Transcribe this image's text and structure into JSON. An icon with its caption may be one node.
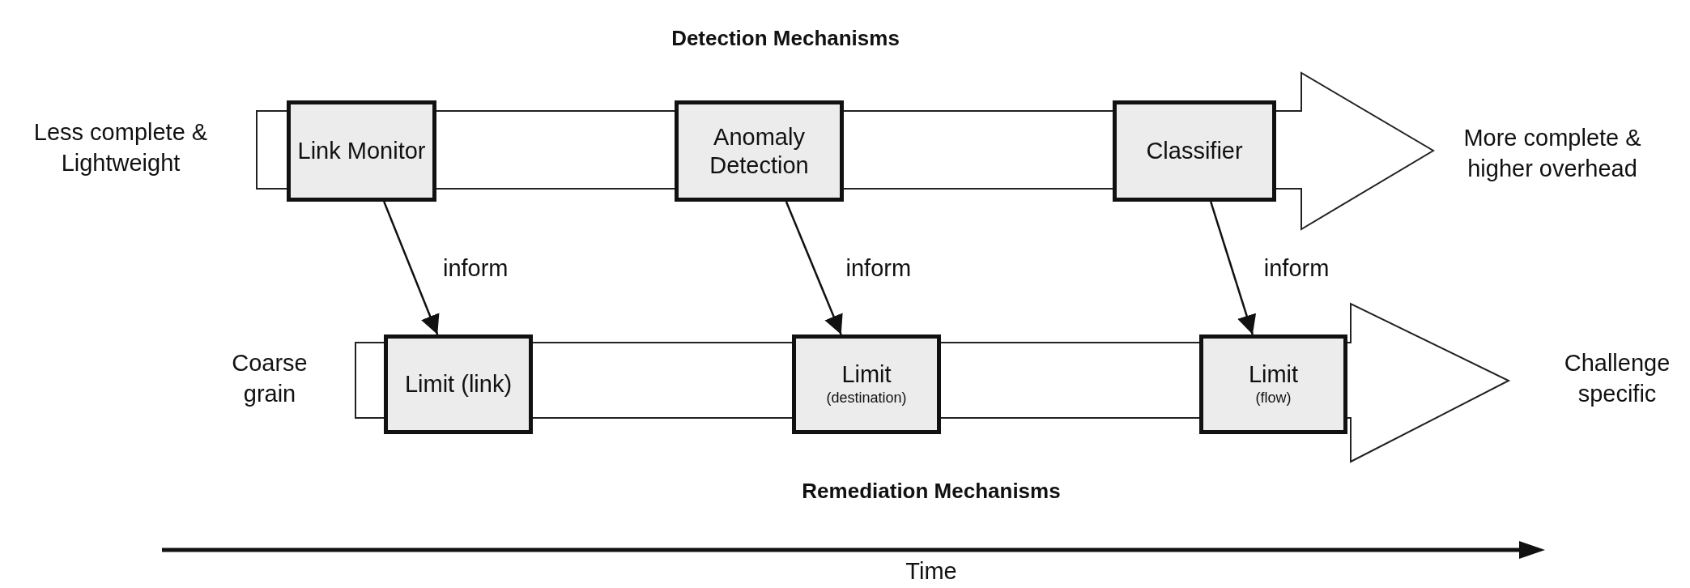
{
  "diagram": {
    "nodes": [
      {
        "text": [
          "Link Monitor"
        ]
      },
      {
        "text": [
          "Anomaly Detection"
        ]
      },
      {
        "text": [
          "Classifier"
        ]
      },
      {
        "text": [
          "Limit (link)"
        ]
      },
      {
        "text": [
          "Limit",
          "(destination)"
        ]
      },
      {
        "text": [
          "Limit",
          "(flow)"
        ]
      }
    ],
    "edges": [
      {
        "from": 0,
        "to": 3,
        "arrow": "to",
        "label": "inform"
      },
      {
        "from": 1,
        "to": 4,
        "arrow": "to",
        "label": "inform"
      },
      {
        "from": 2,
        "to": 5,
        "arrow": "to",
        "label": "inform"
      }
    ],
    "labels": [
      "Detection Mechanisms",
      "Less complete & Lightweight",
      "More complete & higher overhead",
      "Coarse grain",
      "Challenge specific",
      "Remediation Mechanisms",
      "Time"
    ]
  }
}
